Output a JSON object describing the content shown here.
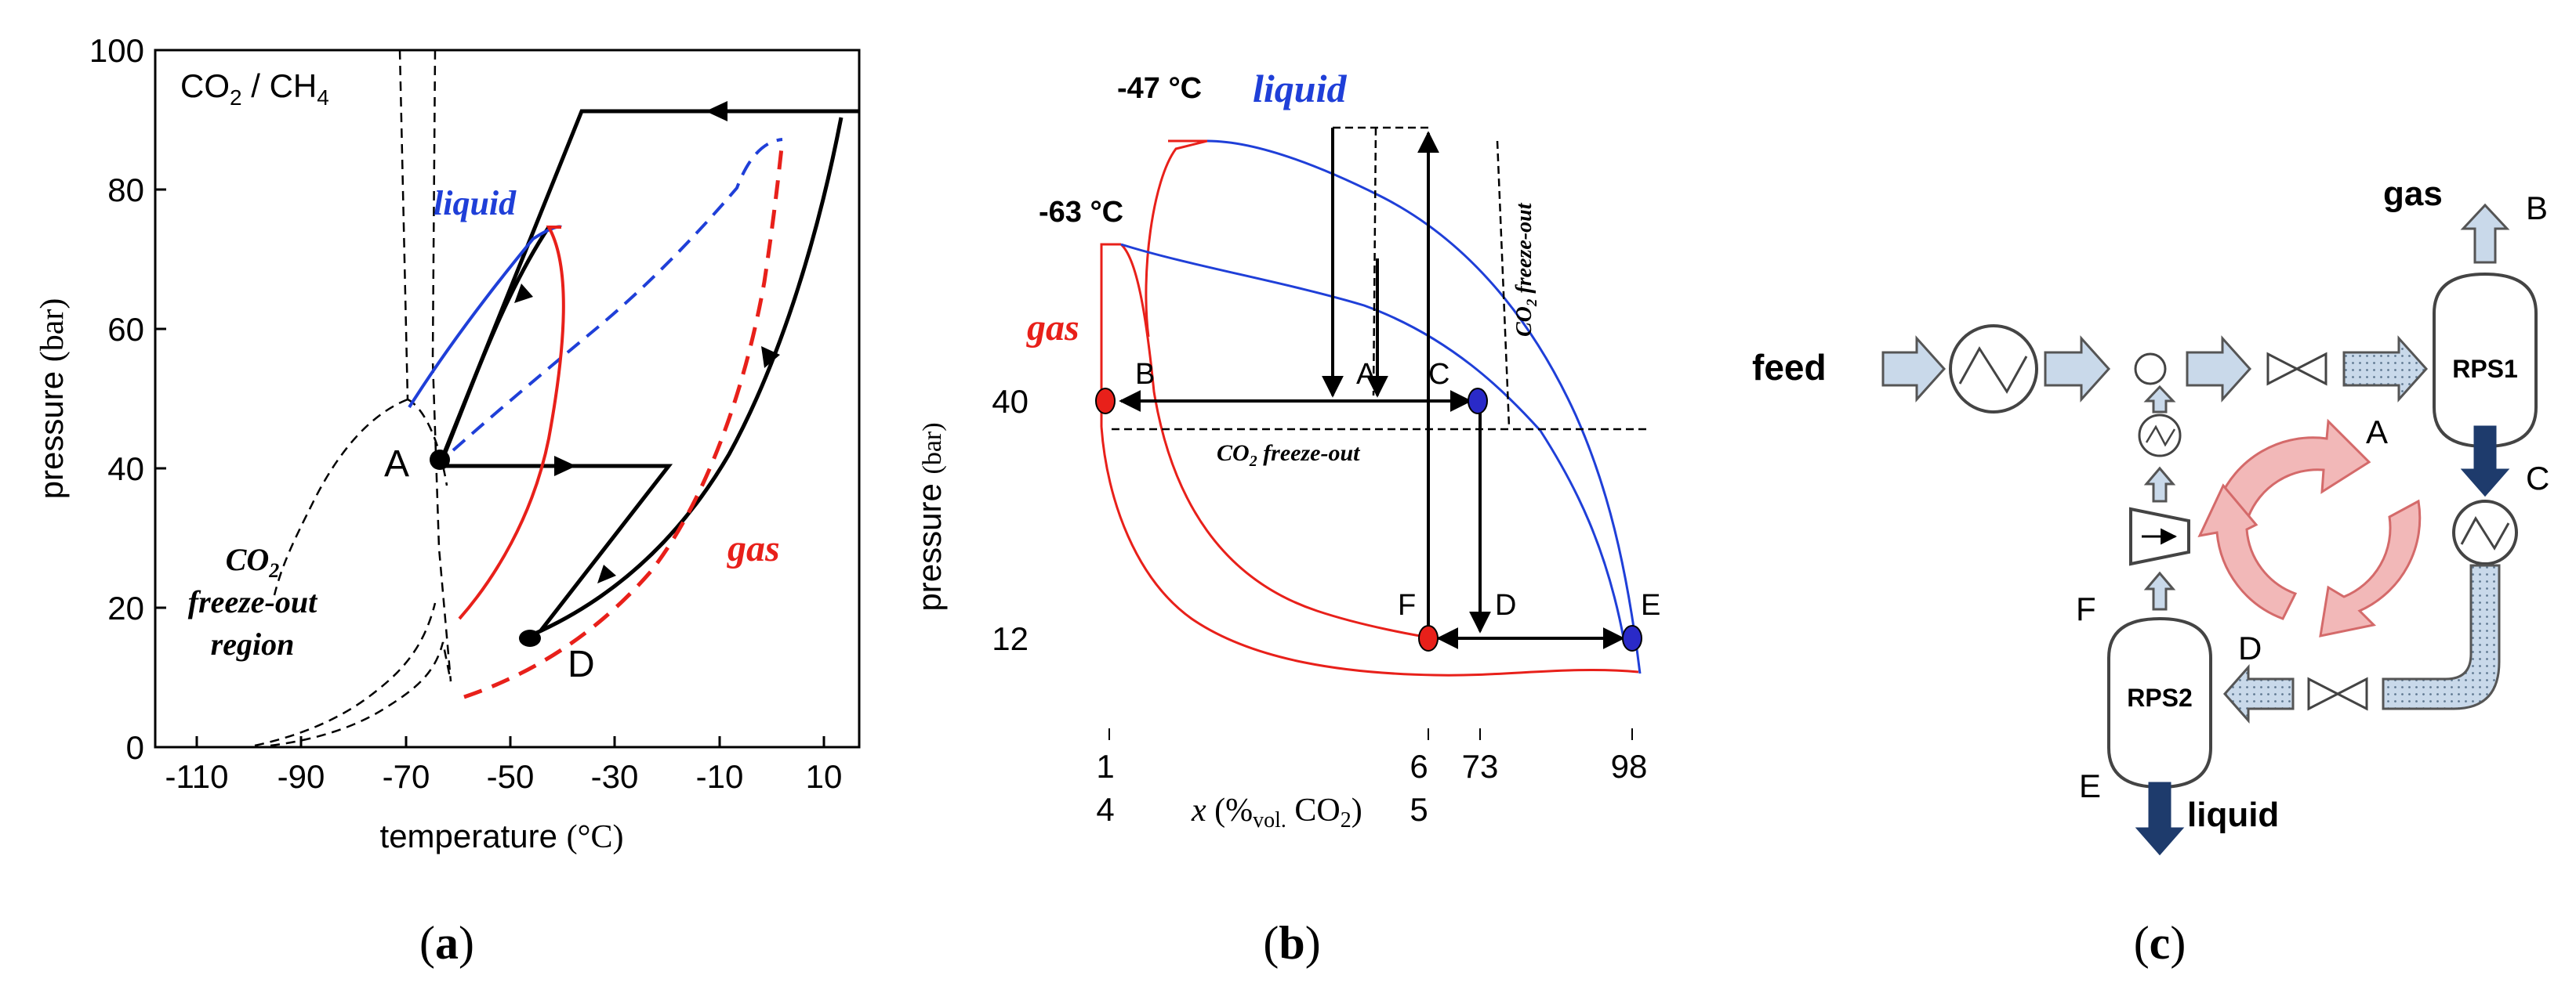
{
  "panel_a": {
    "caption": "(a)",
    "system_label": "CO2 / CH4",
    "ylabel": "pressure",
    "ylabel_unit": "(bar)",
    "xlabel": "temperature",
    "xlabel_unit": "(°C)",
    "y_ticks": [
      "0",
      "20",
      "40",
      "60",
      "80",
      "100"
    ],
    "x_ticks": [
      "-110",
      "-90",
      "-70",
      "-50",
      "-30",
      "-10",
      "10"
    ],
    "label_liquid": "liquid",
    "label_gas": "gas",
    "region_line1": "CO2",
    "region_line2": "freeze-out",
    "region_line3": "region",
    "point_A": "A",
    "point_D": "D",
    "colors": {
      "liquid": "#1f3fd8",
      "gas": "#e8201a"
    }
  },
  "panel_b": {
    "caption": "(b)",
    "temp_high": "-47 °C",
    "temp_low": "-63 °C",
    "label_liquid": "liquid",
    "label_gas": "gas",
    "ylabel": "pressure",
    "ylabel_unit": "(bar)",
    "y_ticks": [
      "40",
      "12"
    ],
    "xlabel": "x (%vol. CO2)",
    "x_ticks_top": [
      "1",
      "6",
      "73",
      "98"
    ],
    "x_ticks_bottom": [
      "4",
      "5"
    ],
    "freeze_out_h": "CO2 freeze-out",
    "freeze_out_v": "CO2 freeze-out",
    "points": [
      "A",
      "B",
      "C",
      "D",
      "E",
      "F"
    ]
  },
  "panel_c": {
    "caption": "(c)",
    "feed": "feed",
    "gas": "gas",
    "liquid": "liquid",
    "vessel1": "RPS1",
    "vessel2": "RPS2",
    "stream_labels": [
      "A",
      "B",
      "C",
      "D",
      "E",
      "F"
    ]
  }
}
